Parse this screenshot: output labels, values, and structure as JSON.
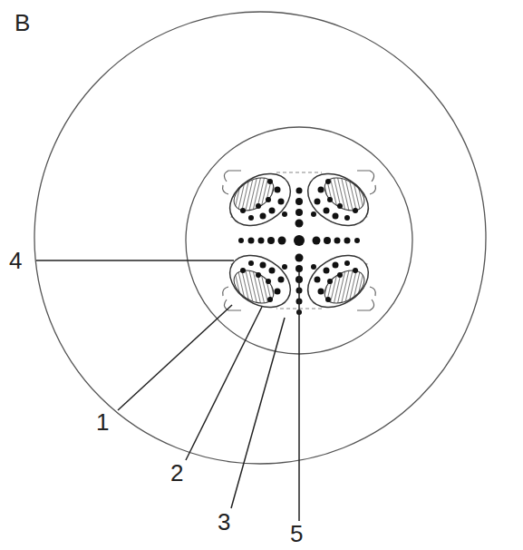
{
  "diagram": {
    "labels": [
      "B",
      "4",
      "1",
      "2",
      "3",
      "5"
    ]
  }
}
